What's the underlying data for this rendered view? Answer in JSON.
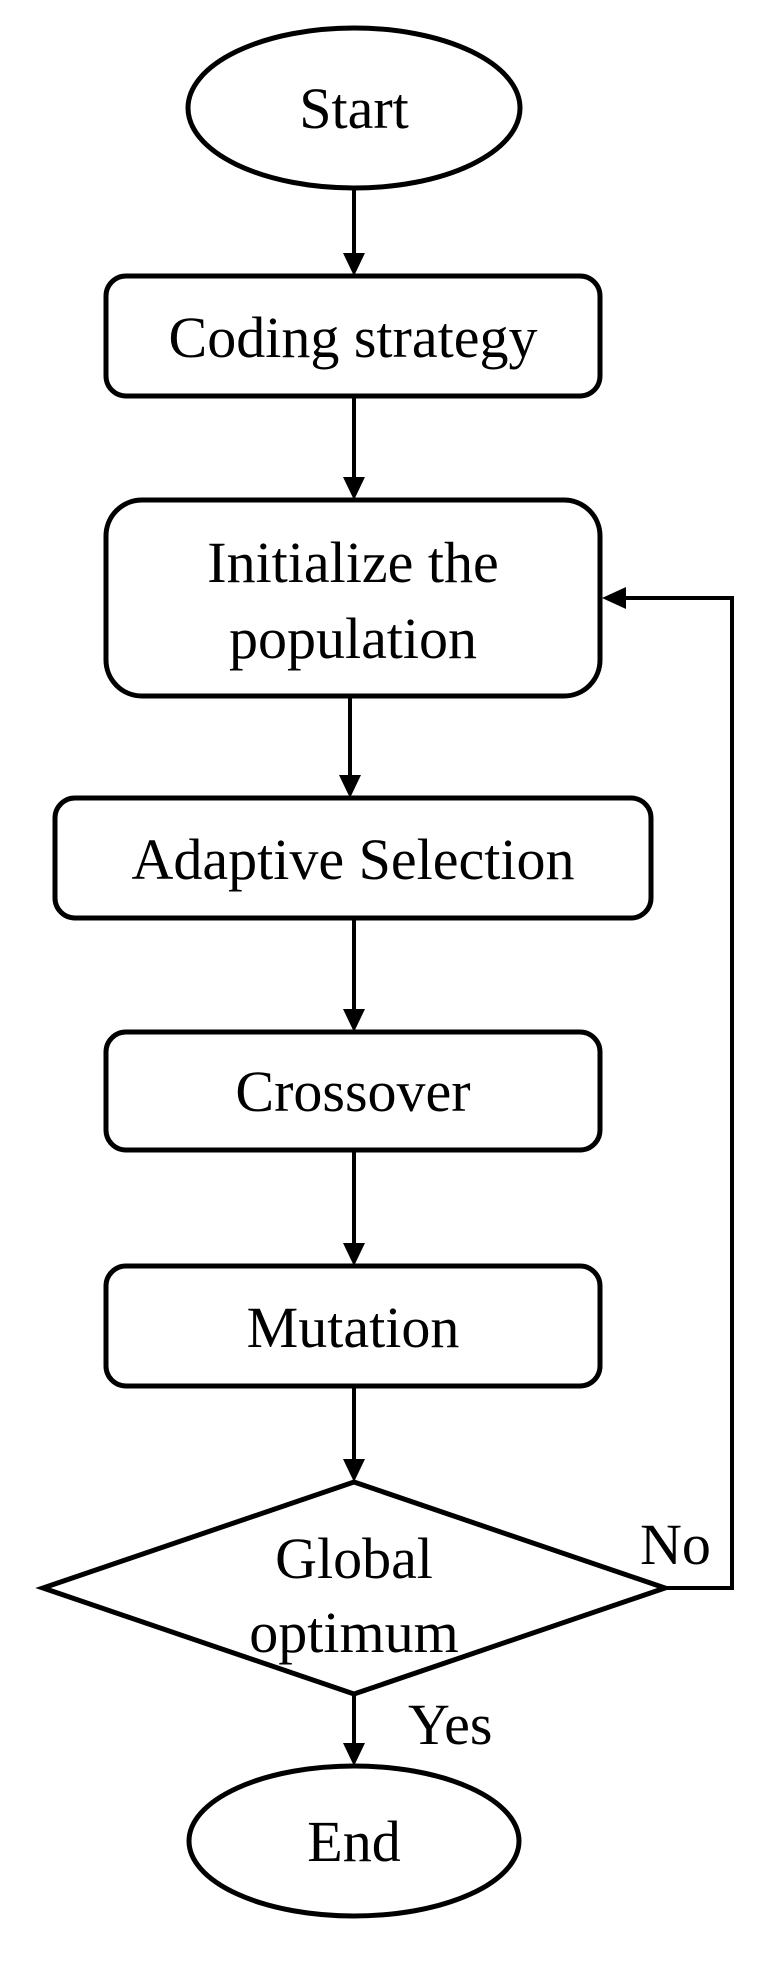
{
  "nodes": {
    "start": {
      "label": "Start"
    },
    "coding": {
      "label": "Coding strategy"
    },
    "init": {
      "line1": "Initialize the",
      "line2": "population"
    },
    "selection": {
      "label": "Adaptive Selection"
    },
    "crossover": {
      "label": "Crossover"
    },
    "mutation": {
      "label": "Mutation"
    },
    "decision": {
      "line1": "Global",
      "line2": "optimum"
    },
    "end": {
      "label": "End"
    }
  },
  "edges": {
    "no_label": "No",
    "yes_label": "Yes"
  }
}
